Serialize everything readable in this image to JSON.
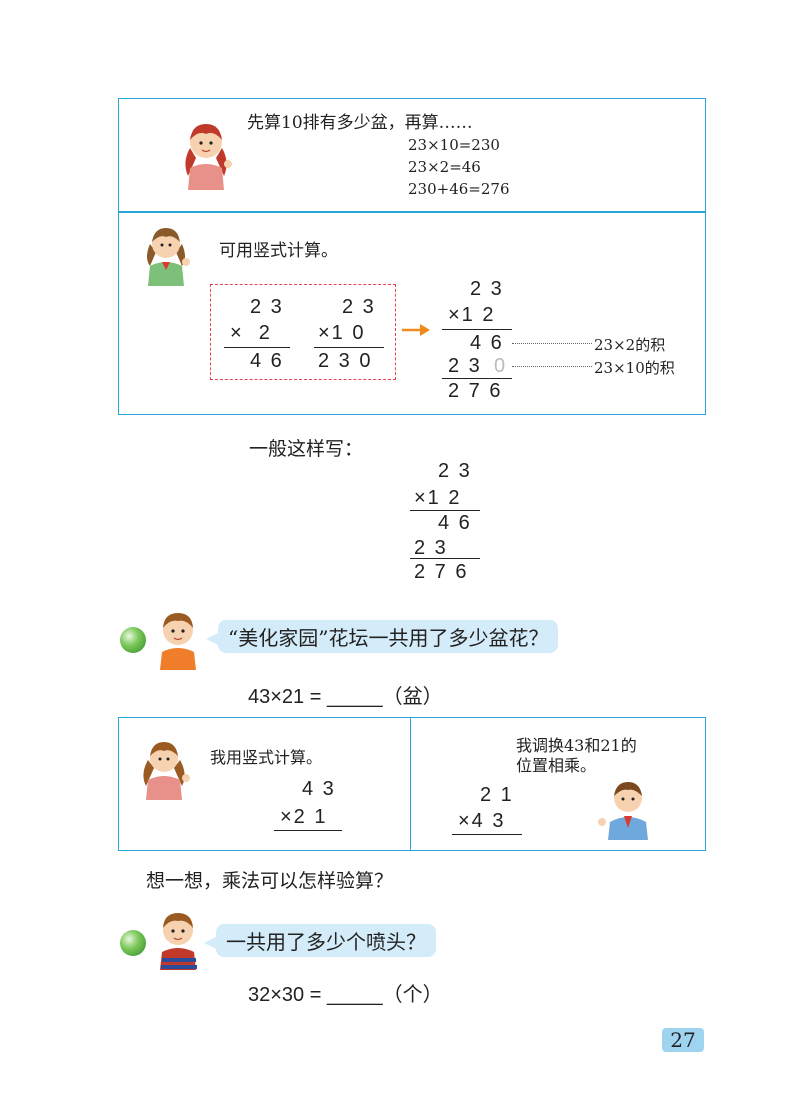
{
  "box1": {
    "note": "先算10排有多少盆，再算……",
    "eq1": "23×10=230",
    "eq2": "23×2=46",
    "eq3": "230+46=276"
  },
  "box2": {
    "note": "可用竖式计算。",
    "dashed": {
      "left": {
        "top": "2 3",
        "mid": "×  2",
        "res": "4 6"
      },
      "right": {
        "top": "2 3",
        "mid": "×1 0",
        "res": "2 3 0"
      }
    },
    "vertical": {
      "top": "2 3",
      "mid": "×1 2",
      "row1": "4 6",
      "row2": "2 3",
      "row2_zero": "0",
      "sum": "2 7 6"
    },
    "label1": "23×2的积",
    "label2": "23×10的积"
  },
  "general": {
    "title": "一般这样写：",
    "top": "2 3",
    "mid": "×1 2",
    "row1": "4 6",
    "row2": "2 3",
    "sum": "2 7 6"
  },
  "q1": {
    "bubble": "“美化家园”花坛一共用了多少盆花？",
    "eq": "43×21 = _____（盆）"
  },
  "box3": {
    "left_note": "我用竖式计算。",
    "left_top": "4 3",
    "left_mid": "×2 1",
    "right_note1": "我调换43和21的",
    "right_note2": "位置相乘。",
    "right_top": "2 1",
    "right_mid": "×4 3"
  },
  "think": "想一想，乘法可以怎样验算？",
  "q2": {
    "bubble": "一共用了多少个喷头？",
    "eq": "32×30 = _____（个）"
  },
  "page_number": "27",
  "colors": {
    "frame": "#2aa6d8",
    "dashed_box": "#e8434a",
    "arrow": "#f08a1c",
    "bubble": "#d4ecf9"
  }
}
